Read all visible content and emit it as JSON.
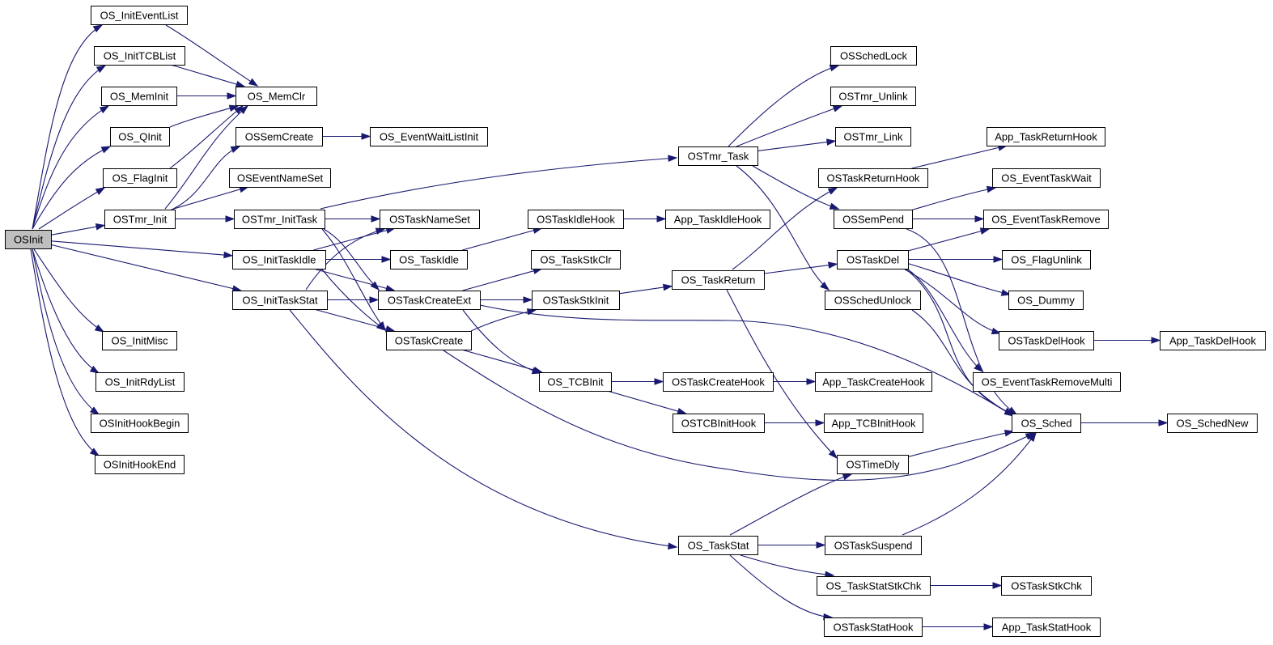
{
  "diagram": {
    "root": "OSInit",
    "colors": {
      "edge": "#191970",
      "node_border": "#000000",
      "node_fill": "#ffffff",
      "root_fill": "#bfbfbf",
      "background": "#ffffff"
    },
    "nodes": [
      {
        "id": "OSInit",
        "label": "OSInit"
      },
      {
        "id": "OS_InitEventList",
        "label": "OS_InitEventList"
      },
      {
        "id": "OS_InitTCBList",
        "label": "OS_InitTCBList"
      },
      {
        "id": "OS_MemInit",
        "label": "OS_MemInit"
      },
      {
        "id": "OS_QInit",
        "label": "OS_QInit"
      },
      {
        "id": "OS_FlagInit",
        "label": "OS_FlagInit"
      },
      {
        "id": "OSTmr_Init",
        "label": "OSTmr_Init"
      },
      {
        "id": "OS_InitMisc",
        "label": "OS_InitMisc"
      },
      {
        "id": "OS_InitRdyList",
        "label": "OS_InitRdyList"
      },
      {
        "id": "OSInitHookBegin",
        "label": "OSInitHookBegin"
      },
      {
        "id": "OSInitHookEnd",
        "label": "OSInitHookEnd"
      },
      {
        "id": "OS_MemClr",
        "label": "OS_MemClr"
      },
      {
        "id": "OSSemCreate",
        "label": "OSSemCreate"
      },
      {
        "id": "OSEventNameSet",
        "label": "OSEventNameSet"
      },
      {
        "id": "OSTmr_InitTask",
        "label": "OSTmr_InitTask"
      },
      {
        "id": "OS_InitTaskIdle",
        "label": "OS_InitTaskIdle"
      },
      {
        "id": "OS_InitTaskStat",
        "label": "OS_InitTaskStat"
      },
      {
        "id": "OS_EventWaitListInit",
        "label": "OS_EventWaitListInit"
      },
      {
        "id": "OSTaskNameSet",
        "label": "OSTaskNameSet"
      },
      {
        "id": "OS_TaskIdle",
        "label": "OS_TaskIdle"
      },
      {
        "id": "OSTaskCreateExt",
        "label": "OSTaskCreateExt"
      },
      {
        "id": "OSTaskCreate",
        "label": "OSTaskCreate"
      },
      {
        "id": "OSTaskIdleHook",
        "label": "OSTaskIdleHook"
      },
      {
        "id": "OS_TaskStkClr",
        "label": "OS_TaskStkClr"
      },
      {
        "id": "OSTaskStkInit",
        "label": "OSTaskStkInit"
      },
      {
        "id": "OS_TCBInit",
        "label": "OS_TCBInit"
      },
      {
        "id": "App_TaskIdleHook",
        "label": "App_TaskIdleHook"
      },
      {
        "id": "OSTmr_Task",
        "label": "OSTmr_Task"
      },
      {
        "id": "OS_TaskReturn",
        "label": "OS_TaskReturn"
      },
      {
        "id": "OSTaskCreateHook",
        "label": "OSTaskCreateHook"
      },
      {
        "id": "OSTCBInitHook",
        "label": "OSTCBInitHook"
      },
      {
        "id": "OS_TaskStat",
        "label": "OS_TaskStat"
      },
      {
        "id": "OSSchedLock",
        "label": "OSSchedLock"
      },
      {
        "id": "OSTmr_Unlink",
        "label": "OSTmr_Unlink"
      },
      {
        "id": "OSTmr_Link",
        "label": "OSTmr_Link"
      },
      {
        "id": "OSTaskReturnHook",
        "label": "OSTaskReturnHook"
      },
      {
        "id": "OSSemPend",
        "label": "OSSemPend"
      },
      {
        "id": "OSTaskDel",
        "label": "OSTaskDel"
      },
      {
        "id": "OSSchedUnlock",
        "label": "OSSchedUnlock"
      },
      {
        "id": "App_TaskCreateHook",
        "label": "App_TaskCreateHook"
      },
      {
        "id": "App_TCBInitHook",
        "label": "App_TCBInitHook"
      },
      {
        "id": "OSTimeDly",
        "label": "OSTimeDly"
      },
      {
        "id": "OSTaskSuspend",
        "label": "OSTaskSuspend"
      },
      {
        "id": "OS_TaskStatStkChk",
        "label": "OS_TaskStatStkChk"
      },
      {
        "id": "OSTaskStatHook",
        "label": "OSTaskStatHook"
      },
      {
        "id": "App_TaskReturnHook",
        "label": "App_TaskReturnHook"
      },
      {
        "id": "OS_EventTaskWait",
        "label": "OS_EventTaskWait"
      },
      {
        "id": "OS_EventTaskRemove",
        "label": "OS_EventTaskRemove"
      },
      {
        "id": "OS_FlagUnlink",
        "label": "OS_FlagUnlink"
      },
      {
        "id": "OS_Dummy",
        "label": "OS_Dummy"
      },
      {
        "id": "OSTaskDelHook",
        "label": "OSTaskDelHook"
      },
      {
        "id": "OS_EventTaskRemoveMulti",
        "label": "OS_EventTaskRemoveMulti"
      },
      {
        "id": "OS_Sched",
        "label": "OS_Sched"
      },
      {
        "id": "OSTaskStkChk",
        "label": "OSTaskStkChk"
      },
      {
        "id": "App_TaskStatHook",
        "label": "App_TaskStatHook"
      },
      {
        "id": "App_TaskDelHook",
        "label": "App_TaskDelHook"
      },
      {
        "id": "OS_SchedNew",
        "label": "OS_SchedNew"
      }
    ],
    "edges": [
      {
        "from": "OSInit",
        "to": "OS_InitEventList"
      },
      {
        "from": "OSInit",
        "to": "OS_InitTCBList"
      },
      {
        "from": "OSInit",
        "to": "OS_MemInit"
      },
      {
        "from": "OSInit",
        "to": "OS_QInit"
      },
      {
        "from": "OSInit",
        "to": "OS_FlagInit"
      },
      {
        "from": "OSInit",
        "to": "OSTmr_Init"
      },
      {
        "from": "OSInit",
        "to": "OS_InitTaskIdle"
      },
      {
        "from": "OSInit",
        "to": "OS_InitTaskStat"
      },
      {
        "from": "OSInit",
        "to": "OS_InitMisc"
      },
      {
        "from": "OSInit",
        "to": "OS_InitRdyList"
      },
      {
        "from": "OSInit",
        "to": "OSInitHookBegin"
      },
      {
        "from": "OSInit",
        "to": "OSInitHookEnd"
      },
      {
        "from": "OS_InitEventList",
        "to": "OS_MemClr"
      },
      {
        "from": "OS_InitTCBList",
        "to": "OS_MemClr"
      },
      {
        "from": "OS_MemInit",
        "to": "OS_MemClr"
      },
      {
        "from": "OS_QInit",
        "to": "OS_MemClr"
      },
      {
        "from": "OS_FlagInit",
        "to": "OS_MemClr"
      },
      {
        "from": "OSTmr_Init",
        "to": "OS_MemClr"
      },
      {
        "from": "OSTmr_Init",
        "to": "OSSemCreate"
      },
      {
        "from": "OSTmr_Init",
        "to": "OSEventNameSet"
      },
      {
        "from": "OSTmr_Init",
        "to": "OSTmr_InitTask"
      },
      {
        "from": "OSSemCreate",
        "to": "OS_EventWaitListInit"
      },
      {
        "from": "OSTmr_InitTask",
        "to": "OSTmr_Task"
      },
      {
        "from": "OSTmr_InitTask",
        "to": "OSTaskNameSet"
      },
      {
        "from": "OSTmr_InitTask",
        "to": "OSTaskCreateExt"
      },
      {
        "from": "OSTmr_InitTask",
        "to": "OSTaskCreate"
      },
      {
        "from": "OS_InitTaskIdle",
        "to": "OSTaskNameSet"
      },
      {
        "from": "OS_InitTaskIdle",
        "to": "OS_TaskIdle"
      },
      {
        "from": "OS_InitTaskIdle",
        "to": "OSTaskCreateExt"
      },
      {
        "from": "OS_InitTaskIdle",
        "to": "OSTaskCreate"
      },
      {
        "from": "OS_InitTaskStat",
        "to": "OSTaskNameSet"
      },
      {
        "from": "OS_InitTaskStat",
        "to": "OSTaskCreateExt"
      },
      {
        "from": "OS_InitTaskStat",
        "to": "OSTaskCreate"
      },
      {
        "from": "OS_InitTaskStat",
        "to": "OS_TaskStat"
      },
      {
        "from": "OS_TaskIdle",
        "to": "OSTaskIdleHook"
      },
      {
        "from": "OSTaskIdleHook",
        "to": "App_TaskIdleHook"
      },
      {
        "from": "OSTaskCreateExt",
        "to": "OS_TaskStkClr"
      },
      {
        "from": "OSTaskCreateExt",
        "to": "OSTaskStkInit"
      },
      {
        "from": "OSTaskCreateExt",
        "to": "OS_TCBInit"
      },
      {
        "from": "OSTaskCreateExt",
        "to": "OS_Sched"
      },
      {
        "from": "OSTaskCreate",
        "to": "OSTaskStkInit"
      },
      {
        "from": "OSTaskCreate",
        "to": "OS_TCBInit"
      },
      {
        "from": "OSTaskCreate",
        "to": "OS_Sched"
      },
      {
        "from": "OSTaskStkInit",
        "to": "OS_TaskReturn"
      },
      {
        "from": "OS_TCBInit",
        "to": "OSTaskCreateHook"
      },
      {
        "from": "OS_TCBInit",
        "to": "OSTCBInitHook"
      },
      {
        "from": "OSTaskCreateHook",
        "to": "App_TaskCreateHook"
      },
      {
        "from": "OSTCBInitHook",
        "to": "App_TCBInitHook"
      },
      {
        "from": "OSTmr_Task",
        "to": "OSSchedLock"
      },
      {
        "from": "OSTmr_Task",
        "to": "OSTmr_Unlink"
      },
      {
        "from": "OSTmr_Task",
        "to": "OSTmr_Link"
      },
      {
        "from": "OSTmr_Task",
        "to": "OSSemPend"
      },
      {
        "from": "OSTmr_Task",
        "to": "OSSchedUnlock"
      },
      {
        "from": "OS_TaskReturn",
        "to": "OSTaskReturnHook"
      },
      {
        "from": "OS_TaskReturn",
        "to": "OSTaskDel"
      },
      {
        "from": "OS_TaskReturn",
        "to": "OSTimeDly"
      },
      {
        "from": "OSTaskReturnHook",
        "to": "App_TaskReturnHook"
      },
      {
        "from": "OSSemPend",
        "to": "OS_EventTaskWait"
      },
      {
        "from": "OSSemPend",
        "to": "OS_EventTaskRemove"
      },
      {
        "from": "OSSemPend",
        "to": "OS_Sched"
      },
      {
        "from": "OSTaskDel",
        "to": "OS_EventTaskRemove"
      },
      {
        "from": "OSTaskDel",
        "to": "OS_FlagUnlink"
      },
      {
        "from": "OSTaskDel",
        "to": "OS_Dummy"
      },
      {
        "from": "OSTaskDel",
        "to": "OSTaskDelHook"
      },
      {
        "from": "OSTaskDel",
        "to": "OS_EventTaskRemoveMulti"
      },
      {
        "from": "OSTaskDel",
        "to": "OS_Sched"
      },
      {
        "from": "OSTaskDelHook",
        "to": "App_TaskDelHook"
      },
      {
        "from": "OSSchedUnlock",
        "to": "OS_Sched"
      },
      {
        "from": "OSTimeDly",
        "to": "OS_Sched"
      },
      {
        "from": "OS_Sched",
        "to": "OS_SchedNew"
      },
      {
        "from": "OS_TaskStat",
        "to": "OSTimeDly"
      },
      {
        "from": "OS_TaskStat",
        "to": "OSTaskSuspend"
      },
      {
        "from": "OS_TaskStat",
        "to": "OS_TaskStatStkChk"
      },
      {
        "from": "OS_TaskStat",
        "to": "OSTaskStatHook"
      },
      {
        "from": "OSTaskSuspend",
        "to": "OS_Sched"
      },
      {
        "from": "OS_TaskStatStkChk",
        "to": "OSTaskStkChk"
      },
      {
        "from": "OSTaskStatHook",
        "to": "App_TaskStatHook"
      }
    ]
  }
}
